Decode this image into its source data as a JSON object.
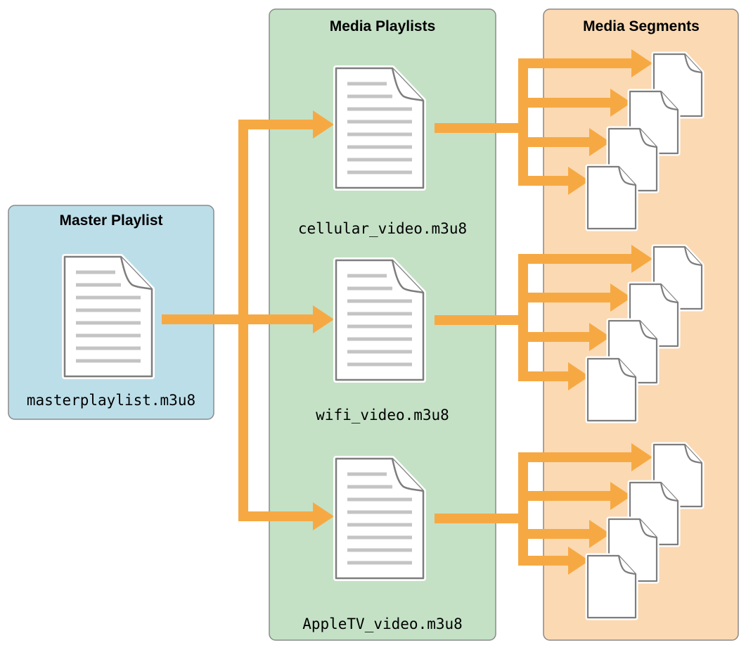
{
  "panels": {
    "master": {
      "title": "Master Playlist",
      "color": "#bcdee9"
    },
    "media": {
      "title": "Media Playlists",
      "color": "#c4e1c6"
    },
    "segments": {
      "title": "Media Segments",
      "color": "#fbd9b3"
    }
  },
  "files": {
    "master": "masterplaylist.m3u8",
    "media": [
      "cellular_video.m3u8",
      "wifi_video.m3u8",
      "AppleTV_video.m3u8"
    ]
  },
  "colors": {
    "arrow": "#f6a943",
    "panel_border": "#8a8a8a",
    "doc_border": "#7d7d7d",
    "doc_line": "#c4c4c4"
  },
  "icons": {
    "playlist": "document-lines-icon",
    "segment": "blank-document-icon"
  }
}
